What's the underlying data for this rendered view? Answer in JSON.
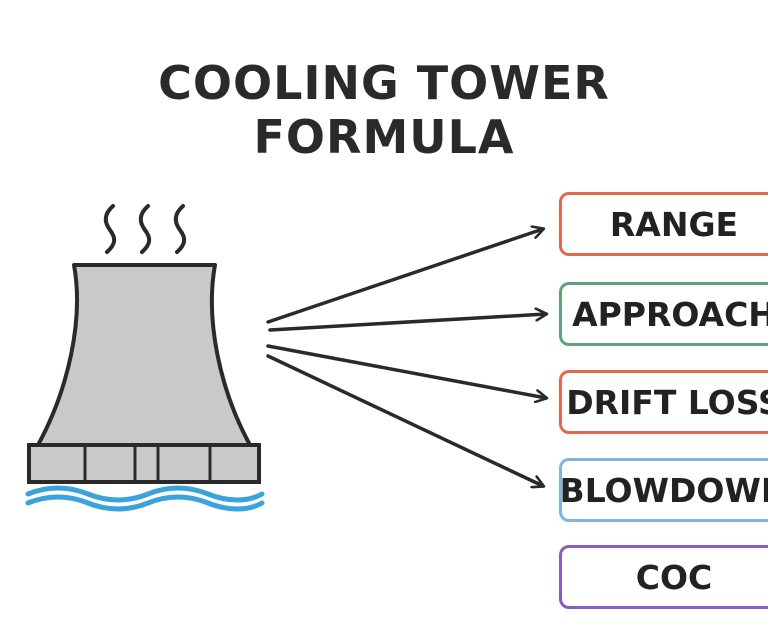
{
  "title": {
    "line1": "COOLING TOWER",
    "line2": "FORMULA"
  },
  "icons": {
    "tower": "cooling-tower-icon",
    "steam": "steam-icon",
    "water": "water-waves-icon",
    "arrow": "arrow-right-icon"
  },
  "boxes": [
    {
      "label": "RANGE",
      "border_color": "#e06a4e"
    },
    {
      "label": "APPROACH",
      "border_color": "#5fa37a"
    },
    {
      "label": "DRIFT LOSS",
      "border_color": "#e06a4e"
    },
    {
      "label": "BLOWDOWN",
      "border_color": "#7db6e0"
    },
    {
      "label": "COC",
      "border_color": "#8a5cc2"
    }
  ],
  "colors": {
    "outline": "#2a2a2a",
    "tower_fill": "#c9c9c9",
    "water": "#3aa3dc"
  }
}
